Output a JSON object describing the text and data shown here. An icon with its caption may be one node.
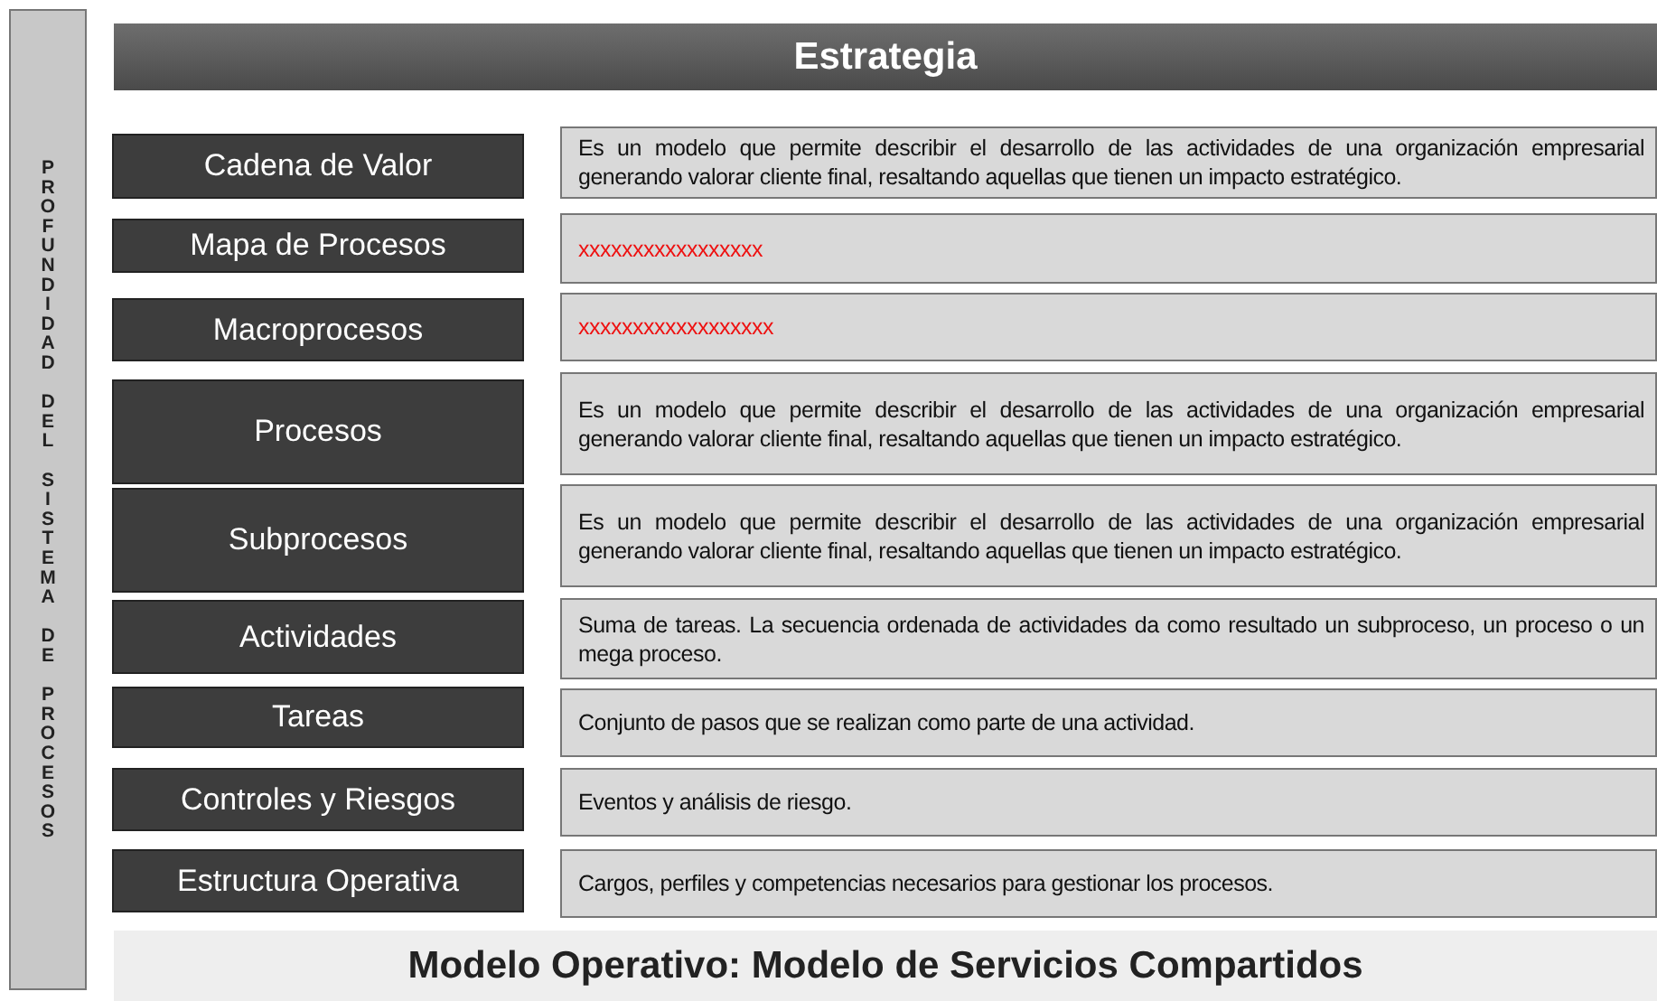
{
  "diagram": {
    "nodes": [
      {
        "text": [
          "PROFUNDIDAD DEL SISTEMA DE PROCESOS"
        ]
      },
      {
        "text": [
          "Estrategia"
        ]
      },
      {
        "text": [
          "Cadena de Valor"
        ]
      },
      {
        "text": [
          "Es un modelo que permite describir el desarrollo de las actividades de una organización empresarial generando valorar cliente final, resaltando aquellas que tienen un impacto estratégico."
        ]
      },
      {
        "text": [
          "Mapa de Procesos"
        ]
      },
      {
        "text": [
          "xxxxxxxxxxxxxxxxx"
        ]
      },
      {
        "text": [
          "Macroprocesos"
        ]
      },
      {
        "text": [
          "xxxxxxxxxxxxxxxxxx"
        ]
      },
      {
        "text": [
          "Procesos"
        ]
      },
      {
        "text": [
          "Es un modelo que permite describir el desarrollo de las actividades de una organización empresarial generando valorar cliente final, resaltando aquellas que tienen un impacto estratégico."
        ]
      },
      {
        "text": [
          "Subprocesos"
        ]
      },
      {
        "text": [
          "Es un modelo que permite describir el desarrollo de las actividades de una organización empresarial generando valorar cliente final, resaltando aquellas que tienen un impacto estratégico."
        ]
      },
      {
        "text": [
          "Actividades"
        ]
      },
      {
        "text": [
          "Suma de tareas. La secuencia ordenada de actividades da como resultado un subproceso, un proceso o un mega proceso."
        ]
      },
      {
        "text": [
          "Tareas"
        ]
      },
      {
        "text": [
          "Conjunto de pasos que se realizan como parte de una actividad."
        ]
      },
      {
        "text": [
          "Controles y Riesgos"
        ]
      },
      {
        "text": [
          "Eventos y análisis de riesgo."
        ]
      },
      {
        "text": [
          "Estructura Operativa"
        ]
      },
      {
        "text": [
          "Cargos, perfiles y competencias necesarios para gestionar los procesos."
        ]
      },
      {
        "text": [
          "Modelo Operativo: Modelo de Servicios Compartidos"
        ]
      }
    ]
  }
}
